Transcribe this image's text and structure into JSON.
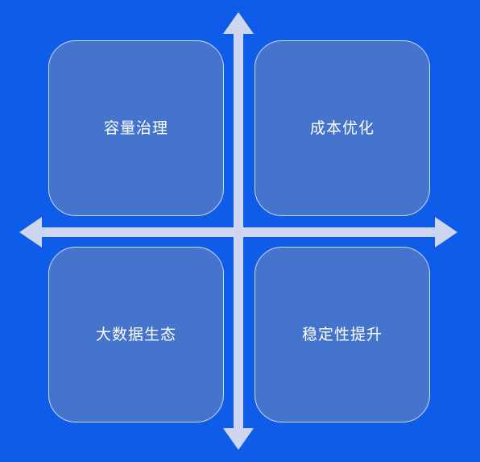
{
  "diagram": {
    "quadrants": {
      "top_left": "容量治理",
      "top_right": "成本优化",
      "bottom_left": "大数据生态",
      "bottom_right": "稳定性提升"
    }
  },
  "colors": {
    "background": "#0f5ce8",
    "quadrant_fill": "#4474cc",
    "quadrant_border": "#cfd9ee",
    "axis": "#cdd6ee",
    "text": "#ffffff"
  }
}
